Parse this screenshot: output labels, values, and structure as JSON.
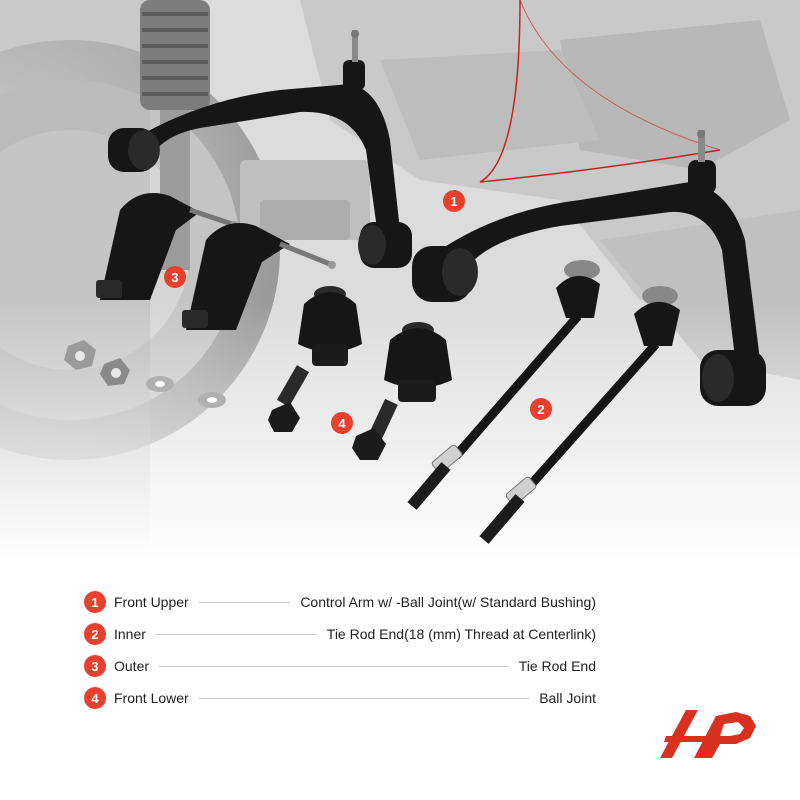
{
  "callouts": {
    "c1": "1",
    "c2": "2",
    "c3": "3",
    "c4": "4"
  },
  "legend": {
    "items": [
      {
        "num": "1",
        "left": "Front Upper",
        "right": "Control Arm w/ -Ball Joint(w/ Standard Bushing)"
      },
      {
        "num": "2",
        "left": "Inner",
        "right": "Tie Rod End(18 (mm) Thread at Centerlink)"
      },
      {
        "num": "3",
        "left": "Outer",
        "right": "Tie Rod End"
      },
      {
        "num": "4",
        "left": "Front Lower",
        "right": "Ball Joint"
      }
    ]
  },
  "colors": {
    "accent": "#e8402c",
    "part": "#161616",
    "background_gray": "#d4d4d4"
  }
}
